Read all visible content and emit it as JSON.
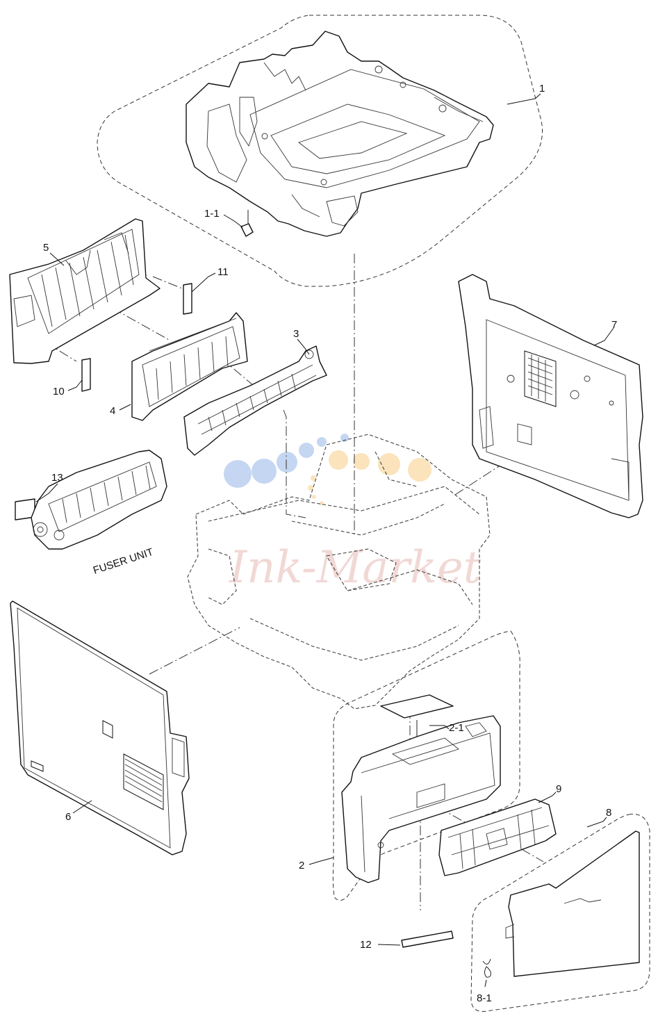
{
  "labels": {
    "p1": "1",
    "p1_1": "1-1",
    "p2": "2",
    "p2_1": "2-1",
    "p3": "3",
    "p4": "4",
    "p5": "5",
    "p6": "6",
    "p7": "7",
    "p8": "8",
    "p8_1": "8-1",
    "p9": "9",
    "p10": "10",
    "p11": "11",
    "p12": "12",
    "p13": "13"
  },
  "fuser_label": "FUSER UNIT",
  "watermark": {
    "text": "Ink-Market",
    "color": "#e6b9b4",
    "dot_colors": [
      "#b9cdef",
      "#f7d9a8"
    ]
  }
}
